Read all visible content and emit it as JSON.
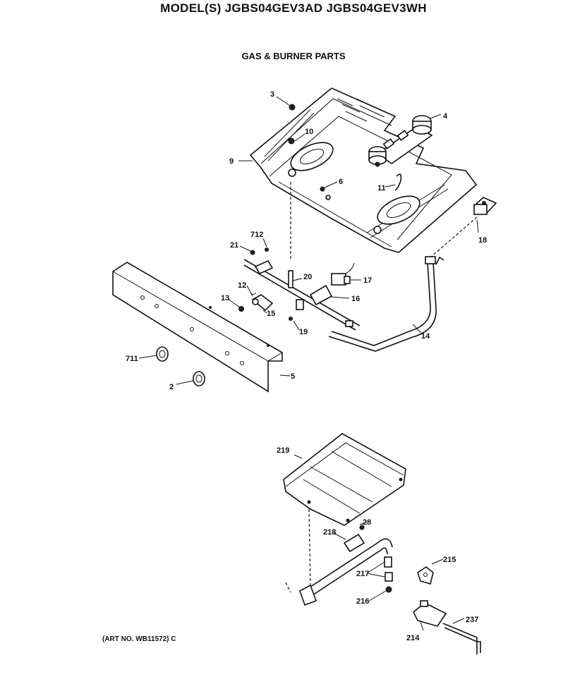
{
  "header": {
    "model_line": "MODEL(S) JGBS04GEV3AD  JGBS04GEV3WH",
    "section_title": "GAS & BURNER PARTS"
  },
  "footer": {
    "art_number": "(ART NO. WB11572) C"
  },
  "part_labels": {
    "p3": "3",
    "p4": "4",
    "p10": "10",
    "p9": "9",
    "p6": "6",
    "p11": "11",
    "p18a": "18",
    "p712": "712",
    "p21": "21",
    "p20": "20",
    "p17": "17",
    "p12": "12",
    "p13": "13",
    "p15": "15",
    "p16": "16",
    "p19": "19",
    "p14": "14",
    "p711": "711",
    "p2": "2",
    "p5": "5",
    "p219": "219",
    "p218": "218",
    "p28": "28",
    "p217": "217",
    "p215": "215",
    "p216": "216",
    "p237": "237",
    "p214": "214"
  }
}
